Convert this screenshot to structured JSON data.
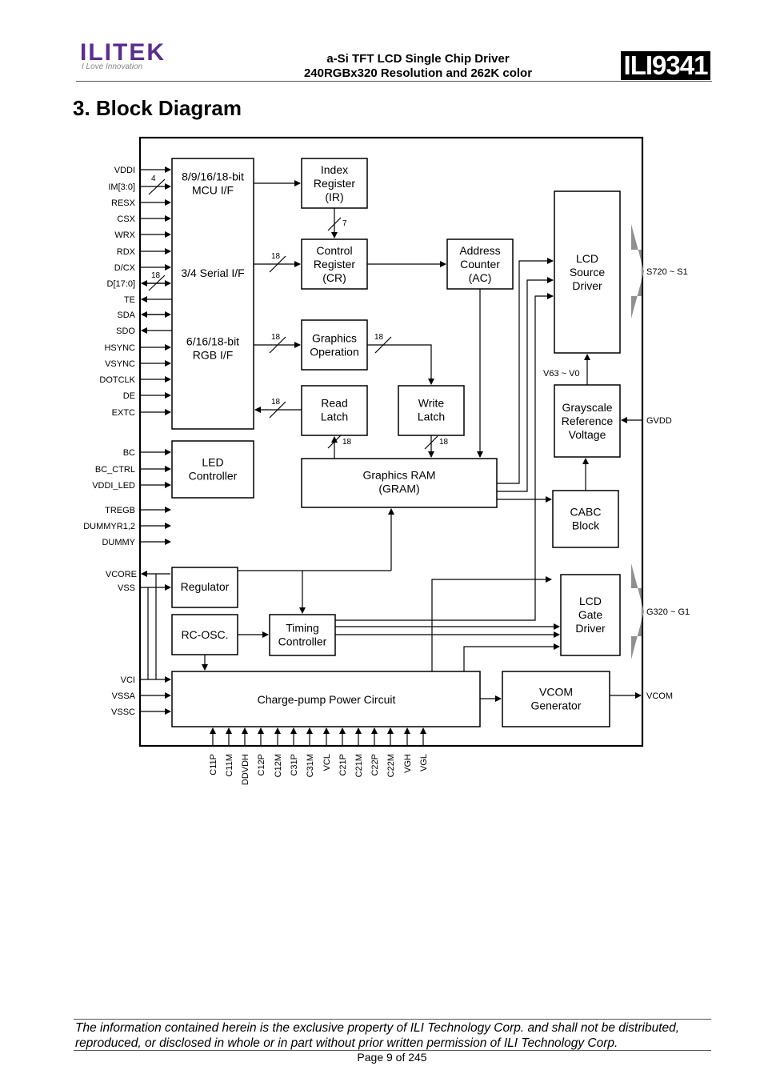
{
  "header": {
    "logo_text": "ILITEK",
    "logo_tagline": "I Love Innovation",
    "title_line1": "a-Si TFT LCD Single Chip Driver",
    "title_line2": "240RGBx320 Resolution and 262K color",
    "part_number": "ILI9341"
  },
  "section": {
    "title": "3.  Block Diagram"
  },
  "diagram": {
    "left_pins": {
      "vddi": "VDDI",
      "im": "IM[3:0]",
      "resx": "RESX",
      "csx": "CSX",
      "wrx": "WRX",
      "rdx": "RDX",
      "dcx": "D/CX",
      "d": "D[17:0]",
      "te": "TE",
      "sda": "SDA",
      "sdo": "SDO",
      "hsync": "HSYNC",
      "vsync": "VSYNC",
      "dotclk": "DOTCLK",
      "de": "DE",
      "extc": "EXTC",
      "bc": "BC",
      "bc_ctrl": "BC_CTRL",
      "vddi_led": "VDDI_LED",
      "tregb": "TREGB",
      "dummyr": "DUMMYR1,2",
      "dummy": "DUMMY",
      "vcore": "VCORE",
      "vss": "VSS",
      "vci": "VCI",
      "vssa": "VSSA",
      "vssc": "VSSC"
    },
    "blocks": {
      "mcu_if": "8/9/16/18-bit\nMCU I/F",
      "serial_if": "3/4 Serial I/F",
      "rgb_if": "6/16/18-bit\nRGB I/F",
      "index_reg": "Index\nRegister\n(IR)",
      "control_reg": "Control\nRegister\n(CR)",
      "address_counter": "Address\nCounter\n(AC)",
      "lcd_source": "LCD\nSource\nDriver",
      "graphics_op": "Graphics\nOperation",
      "read_latch": "Read\nLatch",
      "write_latch": "Write\nLatch",
      "grayscale": "Grayscale\nReference\nVoltage",
      "led_ctrl": "LED\nController",
      "gram": "Graphics RAM\n(GRAM)",
      "cabc": "CABC\nBlock",
      "regulator": "Regulator",
      "rc_osc": "RC-OSC.",
      "timing": "Timing\nController",
      "lcd_gate": "LCD\nGate\nDriver",
      "charge_pump": "Charge-pump Power Circuit",
      "vcom_gen": "VCOM\nGenerator"
    },
    "bus_widths": {
      "im": "4",
      "d": "18",
      "ir_cr": "7",
      "to_cr": "18",
      "to_gop": "18",
      "gop_out": "18",
      "read": "18",
      "rl": "18",
      "wl": "18"
    },
    "right_pins": {
      "source": "S720 ~ S1",
      "gvdd": "GVDD",
      "gate": "G320 ~ G1",
      "vcom": "VCOM",
      "v63": "V63 ~ V0"
    },
    "bottom_pins": [
      "C11P",
      "C11M",
      "DDVDH",
      "C12P",
      "C12M",
      "C31P",
      "C31M",
      "VCL",
      "C21P",
      "C21M",
      "C22P",
      "C22M",
      "VGH",
      "VGL"
    ]
  },
  "footer": {
    "disclaimer_line1": "The information contained herein is the exclusive property of ILI Technology Corp. and shall not be distributed,",
    "disclaimer_line2": "reproduced, or disclosed in whole or in part without prior written permission of ILI Technology Corp.",
    "page": "Page 9 of 245"
  }
}
